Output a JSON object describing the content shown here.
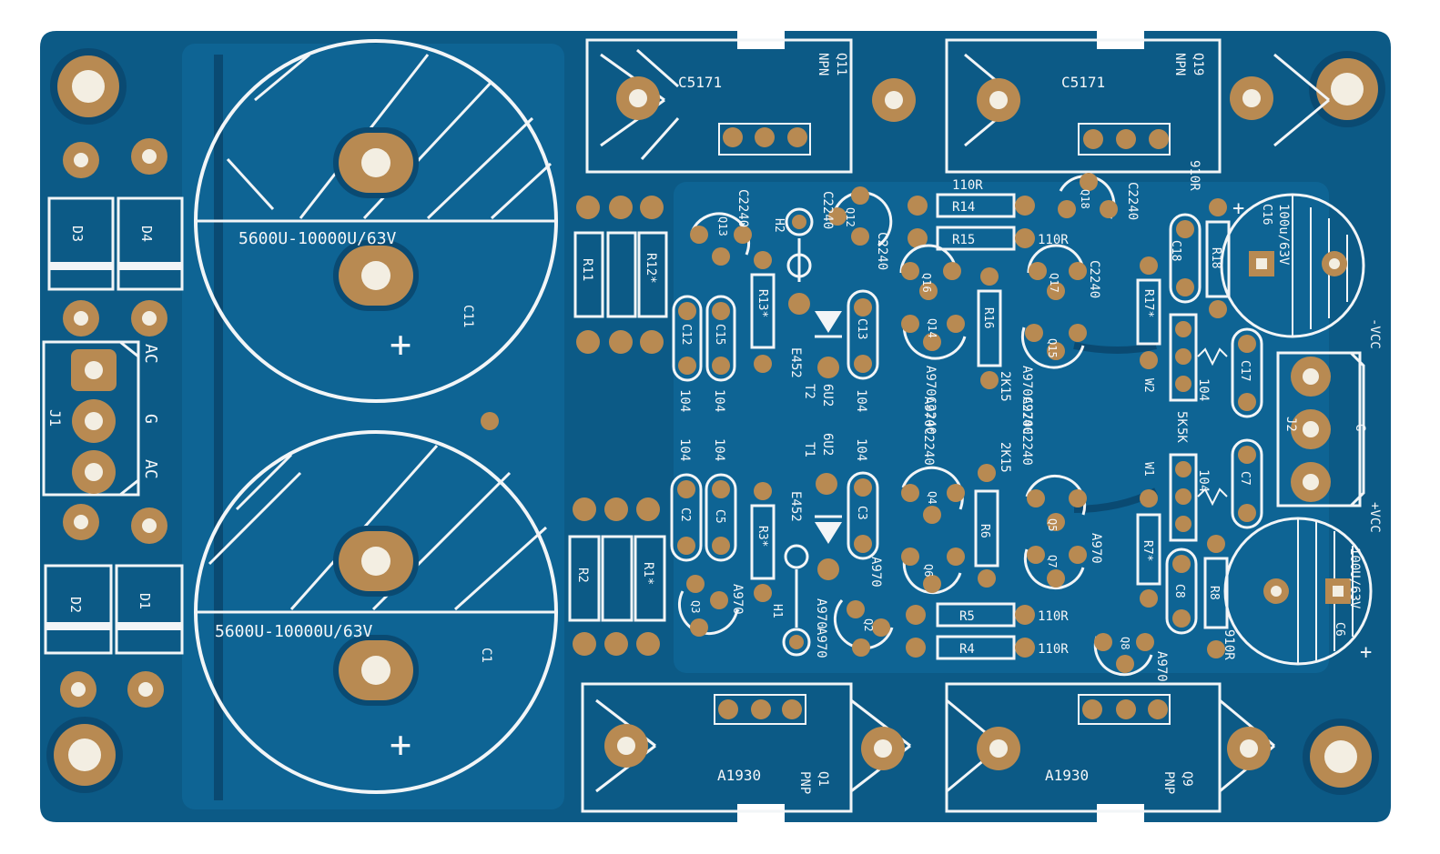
{
  "colors": {
    "board": "#0c5a86",
    "board_dark": "#0a4a72",
    "trace": "#0e6898",
    "silk": "#f2f5f7",
    "pad": "#b88a52",
    "pad_light": "#e8dcc4",
    "hole": "#f3eee2"
  },
  "capacitors": {
    "c11_value": "5600U-10000U/63V",
    "c11_ref": "C11",
    "c1_value": "5600U-10000U/63V",
    "c1_ref": "C1",
    "plus": "+"
  },
  "diodes": {
    "d1": "D1",
    "d2": "D2",
    "d3": "D3",
    "d4": "D4"
  },
  "connector_j1": {
    "ref": "J1",
    "ac_top": "AC",
    "g": "G",
    "ac_bottom": "AC"
  },
  "connector_j2": {
    "ref": "J2",
    "g": "G",
    "neg_vcc": "-VCC",
    "pos_vcc": "+VCC"
  },
  "transistors_top": {
    "q11_model": "C5171",
    "q11_type": "NPN",
    "q11_ref": "Q11",
    "q19_model": "C5171",
    "q19_type": "NPN",
    "q19_ref": "Q19"
  },
  "transistors_bottom": {
    "q1_model": "A1930",
    "q1_type": "PNP",
    "q1_ref": "Q1",
    "q9_model": "A1930",
    "q9_type": "PNP",
    "q9_ref": "Q9"
  },
  "resistors": {
    "r11": "R11",
    "r12": "R12*",
    "r13": "R13*",
    "r14": "R14",
    "r15": "R15",
    "r16": "R16",
    "r17": "R17*",
    "r18": "R18",
    "r2": "R2",
    "r1": "R1*",
    "r3": "R3*",
    "r5": "R5",
    "r4": "R4",
    "r6": "R6",
    "r7": "R7*",
    "r8": "R8",
    "v110r": "110R",
    "v910r": "910R",
    "v2k15": "2K15",
    "v5k": "5K"
  },
  "small_caps": {
    "c12": "C12",
    "c15": "C15",
    "c13": "C13",
    "c2": "C2",
    "c5": "C5",
    "c3": "C3",
    "c17": "C17",
    "c7": "C7",
    "c8": "C8",
    "c18": "C18",
    "v104": "104",
    "c16_ref": "C16",
    "c16_value": "100u/63V",
    "c6_ref": "C6",
    "c6_value": "100U/63V"
  },
  "small_transistors": {
    "q13": "Q13",
    "q12": "Q12",
    "q16": "Q16",
    "q14": "Q14",
    "q17": "Q17",
    "q15": "Q15",
    "q18": "Q18",
    "q3": "Q3",
    "q2": "Q2",
    "q4": "Q4",
    "q6": "Q6",
    "q5": "Q5",
    "q7": "Q7",
    "q8": "Q8",
    "c2240": "C2240",
    "a970": "A970",
    "a970c2240": "A970C2240"
  },
  "misc": {
    "h2": "H2",
    "h1": "H1",
    "t2": "T2",
    "t1": "T1",
    "e452": "E452",
    "v6u2": "6U2",
    "w2": "W2",
    "w1": "W1"
  }
}
